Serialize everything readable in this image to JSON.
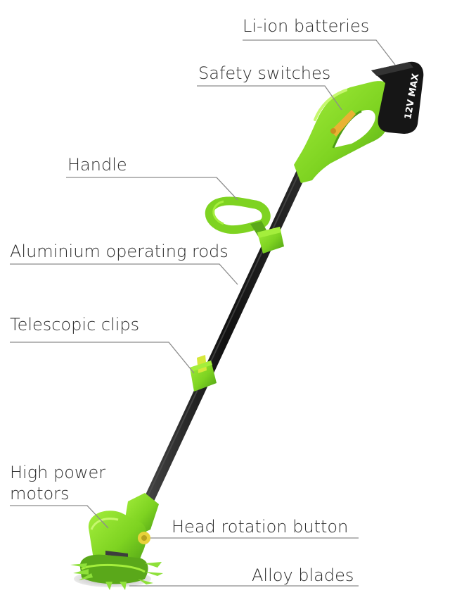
{
  "labels": {
    "batteries": "Li-ion batteries",
    "safety": "Safety switches",
    "handle": "Handle",
    "rods": "Aluminium operating rods",
    "clips": "Telescopic clips",
    "motor": "High power motors",
    "rotation": "Head rotation button",
    "blades": "Alloy blades"
  },
  "battery_text": "12V MAX",
  "colors": {
    "body": "#7ed321",
    "body_dark": "#4c9e14",
    "rod": "#1c1c1c",
    "battery": "#161616",
    "accent": "#e9b233",
    "line": "#8c8c8c"
  }
}
